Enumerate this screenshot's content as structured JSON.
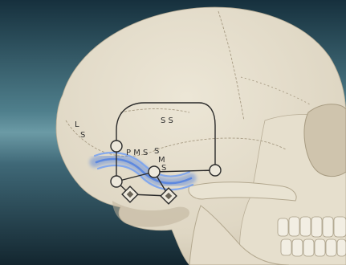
{
  "labels": {
    "ls_l": "L",
    "ls_s": "S",
    "ss": "S S",
    "pms": "P M S",
    "sms_s1": "S",
    "sms_m": "M",
    "sms_s2": "S"
  },
  "colors": {
    "background_dark": "#1f3e4e",
    "background_light": "#5d8c99",
    "bone": "#e3dccb",
    "bone_shadow": "#c9bfa9",
    "line": "#2a2a2a",
    "sinus_blue": "#5a86df"
  }
}
